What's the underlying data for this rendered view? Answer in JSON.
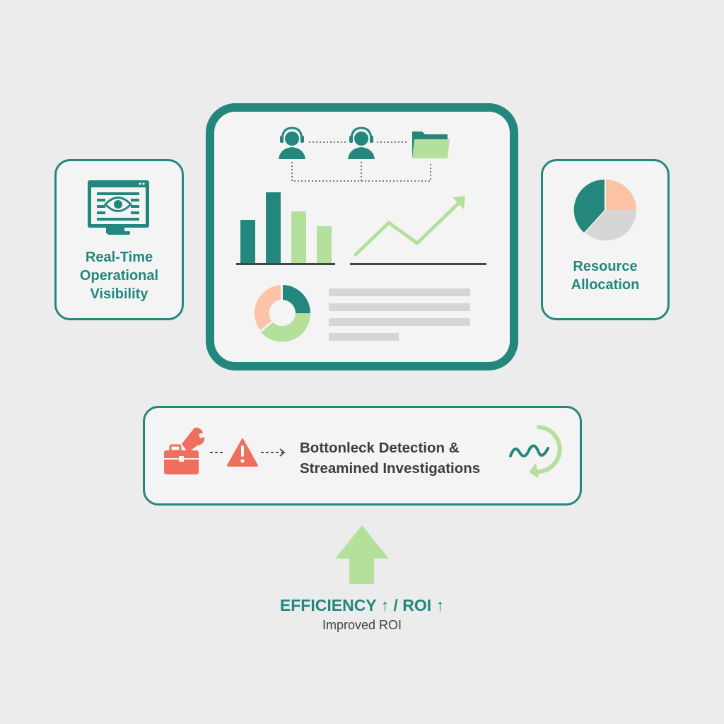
{
  "colors": {
    "teal": "#23877e",
    "light_green": "#b5e09c",
    "peach": "#fcc3a6",
    "gray": "#d6d6d6",
    "alert_red": "#ef6f5e",
    "background": "#ececec"
  },
  "left_card": {
    "label_lines": [
      "Real-Time",
      "Operational",
      "Visibility"
    ],
    "icon": "monitor-eye-icon"
  },
  "right_card": {
    "label_lines": [
      "Resource",
      "Allocation"
    ],
    "icon": "pie-chart-icon"
  },
  "dashboard": {
    "icons": [
      "headset-agent-icon",
      "headset-agent-icon",
      "folder-icon",
      "bar-chart-icon",
      "trend-up-icon",
      "donut-chart-icon"
    ],
    "bar_values": [
      60,
      100,
      73,
      52
    ]
  },
  "bottom_bar": {
    "line1": "Bottonleck Detection &",
    "line2": "Streamined Investigations",
    "icons": [
      "toolbox-icon",
      "warning-icon",
      "wave-cycle-icon"
    ]
  },
  "outcome": {
    "headline": "EFFICIENCY ↑ / ROI ↑",
    "subtitle": "Improved ROI"
  }
}
